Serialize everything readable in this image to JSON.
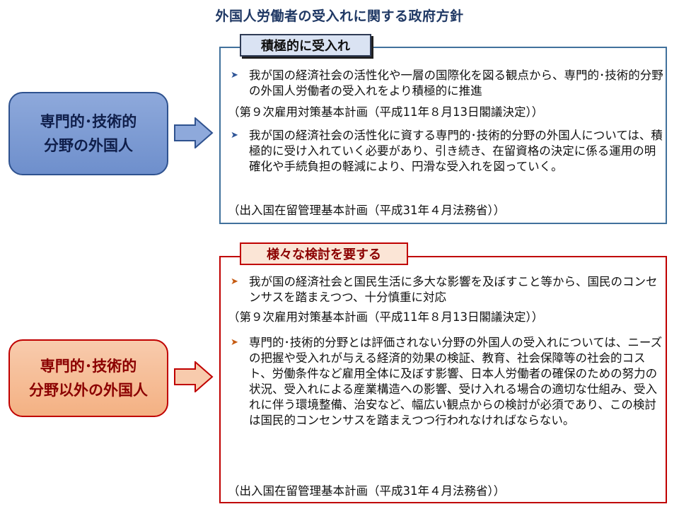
{
  "page": {
    "title": "外国人労働者の受入れに関する政府方針"
  },
  "sections": [
    {
      "label_line1": "専門的･技術的",
      "label_line2": "分野の外国人",
      "tag": "積極的に受入れ",
      "items": [
        {
          "text": "我が国の経済社会の活性化や一層の国際化を図る観点から、専門的･技術的分野の外国人労働者の受入れをより積極的に推進",
          "source": "（第９次雇用対策基本計画（平成11年８月13日閣議決定））"
        },
        {
          "text": "我が国の経済社会の活性化に資する専門的･技術的分野の外国人については、積極的に受け入れていく必要があり、引き続き、在留資格の決定に係る運用の明確化や手続負担の軽減により、円滑な受入れを図っていく。",
          "source": "（出入国在留管理基本計画（平成31年４月法務省））"
        }
      ]
    },
    {
      "label_line1": "専門的･技術的",
      "label_line2": "分野以外の外国人",
      "tag": "様々な検討を要する",
      "items": [
        {
          "text": "我が国の経済社会と国民生活に多大な影響を及ぼすこと等から、国民のコンセンサスを踏まえつつ、十分慎重に対応",
          "source": "（第９次雇用対策基本計画（平成11年８月13日閣議決定））"
        },
        {
          "text": "専門的･技術的分野とは評価されない分野の外国人の受入れについては、ニーズの把握や受入れが与える経済的効果の検証、教育、社会保障等の社会的コスト、労働条件など雇用全体に及ぼす影響、日本人労働者の確保のための努力の状況、受入れによる産業構造への影響、受け入れる場合の適切な仕組み、受入れに伴う環境整備、治安など、幅広い観点からの検討が必須であり、この検討は国民的コンセンサスを踏まえつつ行われなければならない。",
          "source": "（出入国在留管理基本計画（平成31年４月法務省））"
        }
      ]
    }
  ],
  "icons": {
    "bullet": "arrowhead-bullet-icon",
    "arrow": "right-block-arrow-icon"
  },
  "colors": {
    "title": "#1F3864",
    "blue_fill": "#8EA9DB",
    "blue_border": "#2F528F",
    "red_fill": "#F8CBAD",
    "red_border": "#C00000"
  }
}
